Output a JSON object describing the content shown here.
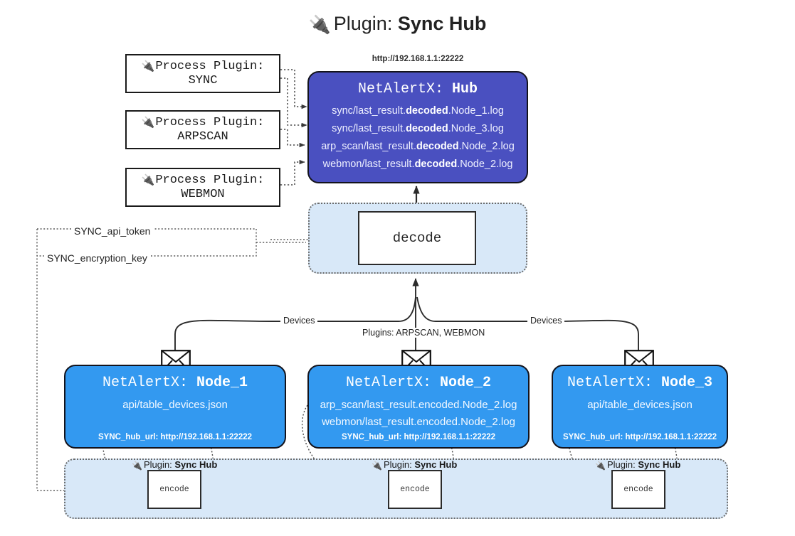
{
  "title": {
    "icon": "plug-icon",
    "prefix": "Plugin:",
    "name": "Sync Hub"
  },
  "process_plugins": [
    {
      "icon": "plug-icon",
      "line1": "Process Plugin:",
      "line2": "SYNC"
    },
    {
      "icon": "plug-icon",
      "line1": "Process Plugin:",
      "line2": "ARPSCAN"
    },
    {
      "icon": "plug-icon",
      "line1": "Process Plugin:",
      "line2": "WEBMON"
    }
  ],
  "hub": {
    "url": "http://192.168.1.1:22222",
    "title_prefix": "NetAlertX:",
    "title_name": "Hub",
    "lines": [
      {
        "pre": "sync/last_result.",
        "em": "decoded",
        "post": ".Node_1.log"
      },
      {
        "pre": "sync/last_result.",
        "em": "decoded",
        "post": ".Node_3.log"
      },
      {
        "pre": "arp_scan/last_result.",
        "em": "decoded",
        "post": ".Node_2.log"
      },
      {
        "pre": "webmon/last_result.",
        "em": "decoded",
        "post": ".Node_2.log"
      }
    ],
    "fill_color": "#4a50c0",
    "text_color": "#ffffff"
  },
  "decode": {
    "label": "decode",
    "container_fill": "#d8e8f8"
  },
  "keys": [
    {
      "label": "SYNC_api_token"
    },
    {
      "label": "SYNC_encryption_key"
    }
  ],
  "edge_labels": {
    "devices_left": "Devices",
    "plugins_middle": "Plugins: ARPSCAN, WEBMON",
    "devices_right": "Devices"
  },
  "nodes": [
    {
      "icon": "envelope-icon",
      "title_prefix": "NetAlertX:",
      "title_name": "Node_1",
      "lines": [
        "api/table_devices.json"
      ],
      "url_label": "SYNC_hub_url: http://192.168.1.1:22222",
      "fill_color": "#3399f0"
    },
    {
      "icon": "envelope-icon",
      "title_prefix": "NetAlertX:",
      "title_name": "Node_2",
      "lines": [
        "arp_scan/last_result.encoded.Node_2.log",
        "webmon/last_result.encoded.Node_2.log"
      ],
      "url_label": "SYNC_hub_url: http://192.168.1.1:22222",
      "fill_color": "#3399f0"
    },
    {
      "icon": "envelope-icon",
      "title_prefix": "NetAlertX:",
      "title_name": "Node_3",
      "lines": [
        "api/table_devices.json"
      ],
      "url_label": "SYNC_hub_url: http://192.168.1.1:22222",
      "fill_color": "#3399f0"
    }
  ],
  "encode_band": {
    "container_fill": "#d8e8f8",
    "items": [
      {
        "icon": "plug-icon",
        "caption_prefix": "Plugin:",
        "caption_name": "Sync Hub",
        "box_label": "encode"
      },
      {
        "icon": "plug-icon",
        "caption_prefix": "Plugin:",
        "caption_name": "Sync Hub",
        "box_label": "encode"
      },
      {
        "icon": "plug-icon",
        "caption_prefix": "Plugin:",
        "caption_name": "Sync Hub",
        "box_label": "encode"
      }
    ]
  }
}
